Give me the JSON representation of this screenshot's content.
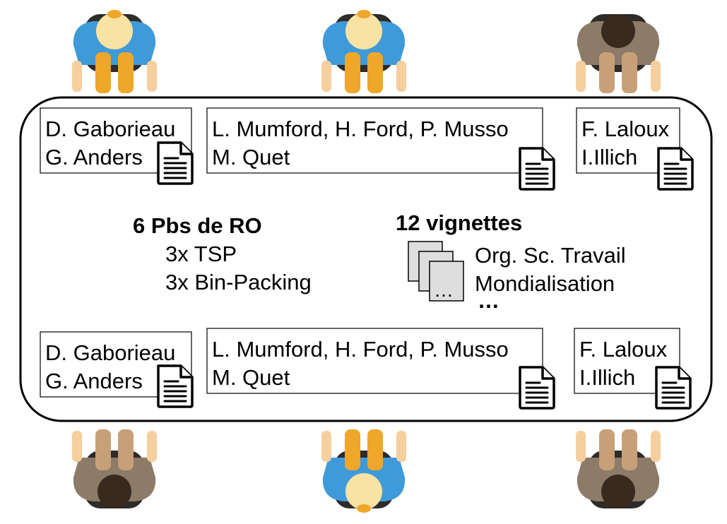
{
  "colors": {
    "blonde_hair": "#f8e3a4",
    "blue_shirt": "#3f9ad9",
    "yellow_pants": "#efa72a",
    "brown_hair": "#3a2a1e",
    "brown_shirt": "#8c7b68",
    "tan_pants": "#c8a078",
    "skin": "#f6cf9e",
    "chair": "#2e2b29",
    "vignette_fill": "#dedede"
  },
  "cards": {
    "top_left": {
      "line1": "D. Gaborieau",
      "line2": "G. Anders"
    },
    "top_center": {
      "line1": "L. Mumford, H. Ford, P. Musso",
      "line2": "M. Quet"
    },
    "top_right": {
      "line1": "F. Laloux",
      "line2": "I.Illich"
    },
    "bottom_left": {
      "line1": "D. Gaborieau",
      "line2": "G. Anders"
    },
    "bottom_center": {
      "line1": "L. Mumford, H. Ford, P. Musso",
      "line2": "M. Quet"
    },
    "bottom_right": {
      "line1": "F. Laloux",
      "line2": "I.Illich"
    }
  },
  "problems": {
    "title": "6 Pbs de RO",
    "items": [
      "3x TSP",
      "3x Bin-Packing"
    ]
  },
  "vignettes": {
    "title": "12 vignettes",
    "items": [
      "Org. Sc. Travail",
      "Mondialisation"
    ],
    "more": "…",
    "card_ellipsis": "…"
  },
  "icons": {
    "document": "document-icon",
    "person": "person-top-view-icon",
    "vignette": "vignette-card-icon"
  }
}
